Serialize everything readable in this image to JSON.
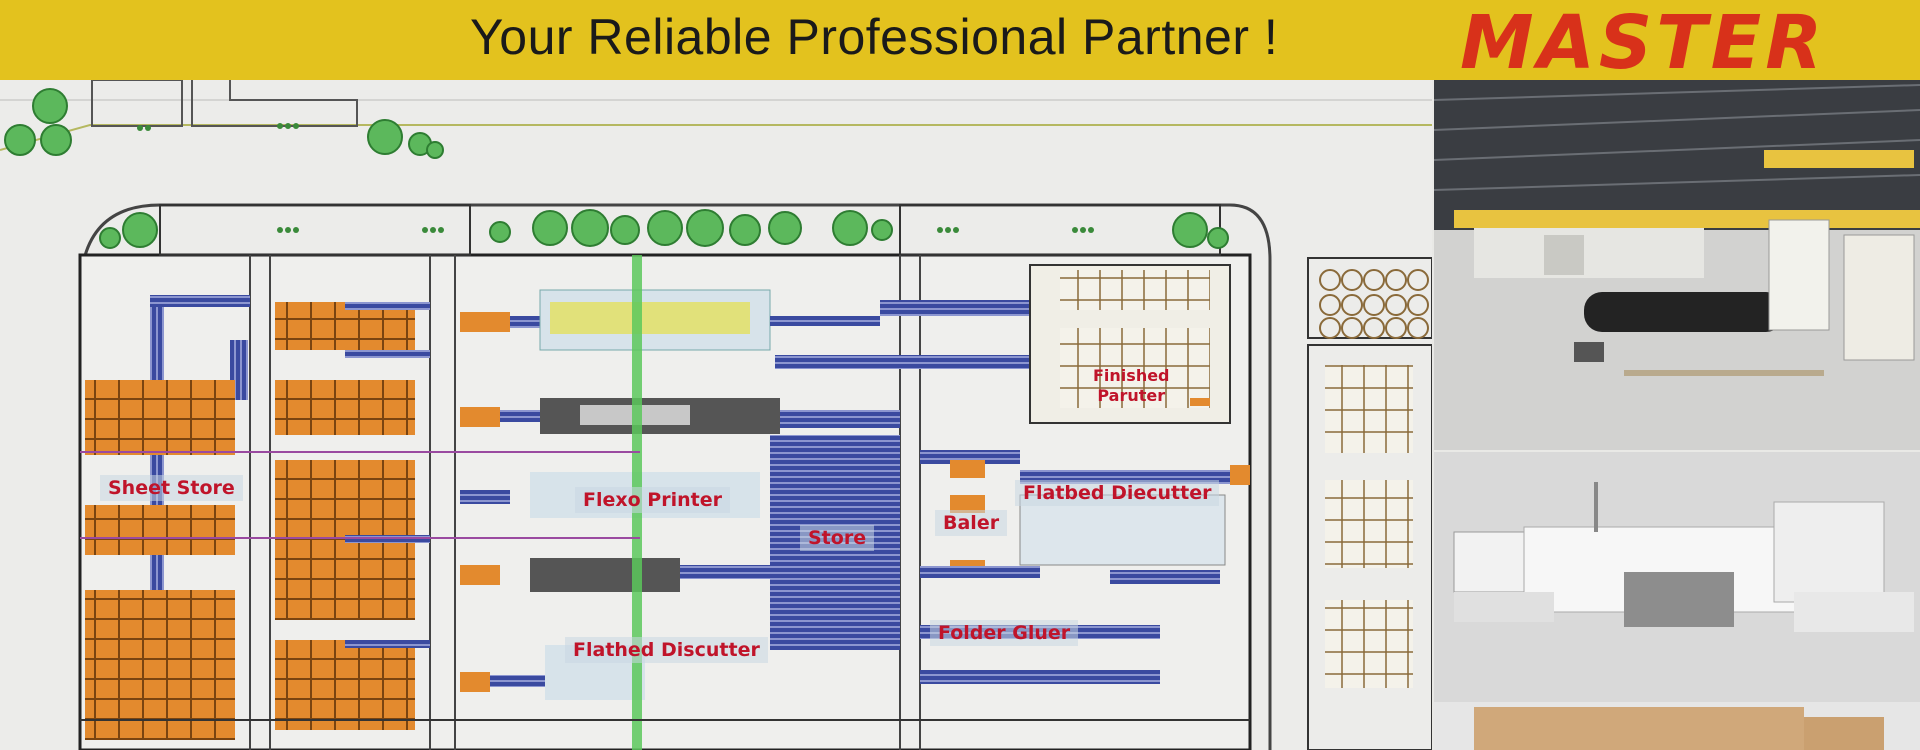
{
  "banner": {
    "tagline": "Your Reliable Professional Partner !",
    "brand": "MASTER",
    "background_color": "#e3c21e",
    "brand_color": "#d8311a"
  },
  "layout_plan": {
    "areas": [
      {
        "id": "sheet-store",
        "label": "Sheet Store"
      },
      {
        "id": "flexo-printer",
        "label": "Flexo Printer"
      },
      {
        "id": "store",
        "label": "Store"
      },
      {
        "id": "baler",
        "label": "Baler"
      },
      {
        "id": "flatbed-diecutter",
        "label": "Flatbed Diecutter"
      },
      {
        "id": "finished-product",
        "label": "Finished\nParuter"
      },
      {
        "id": "folder-gluer",
        "label": "Folder Gluer"
      },
      {
        "id": "flathed-discutter",
        "label": "Flathed Discutter"
      }
    ],
    "colors": {
      "pallet": "#e38a2e",
      "conveyor": "#3a4aa0",
      "label_text": "#c0142a",
      "tree": "#4caf50"
    }
  },
  "photos": {
    "top": {
      "subject": "corrugated-production-line-photo"
    },
    "bottom": {
      "subject": "flexo-printer-machine-photo"
    }
  }
}
